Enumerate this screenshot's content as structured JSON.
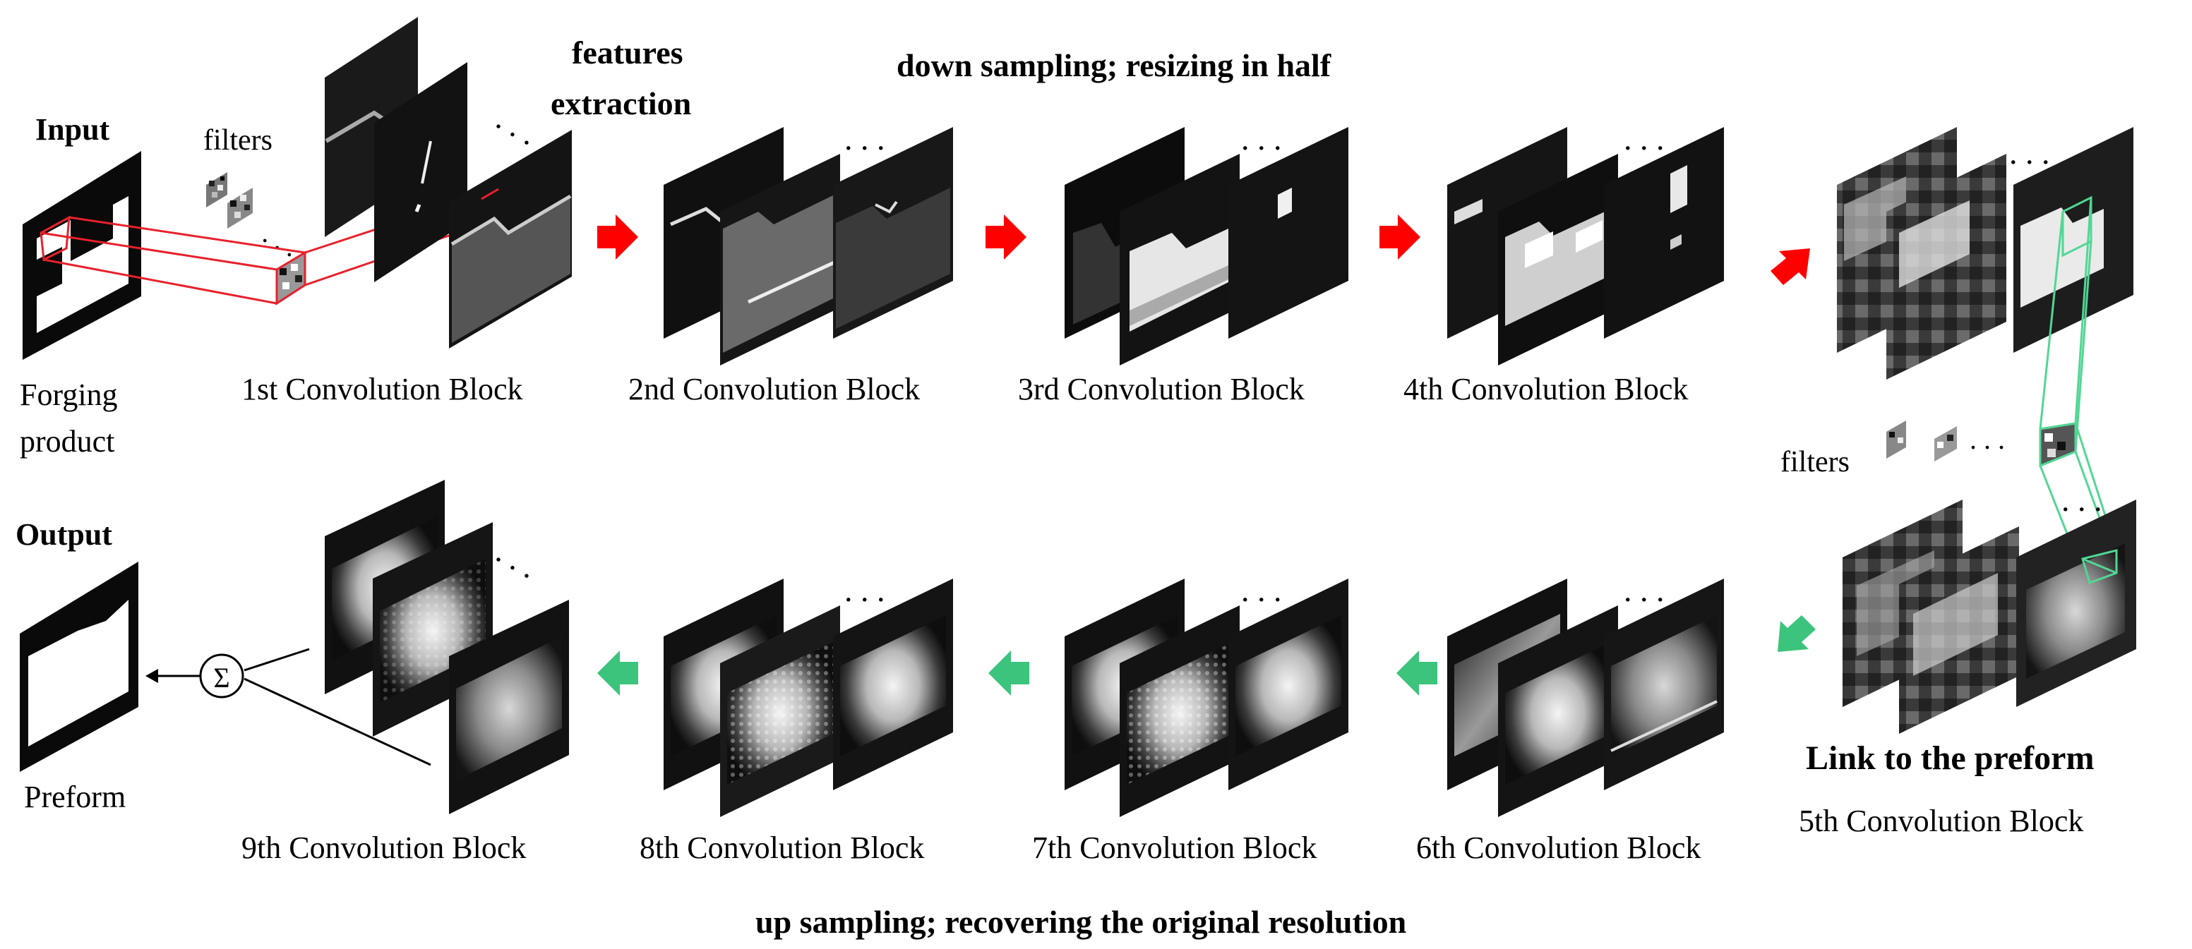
{
  "input": {
    "heading": "Input",
    "caption_line1": "Forging",
    "caption_line2": "product"
  },
  "output": {
    "heading": "Output",
    "caption": "Preform",
    "sum_symbol": "Σ"
  },
  "labels": {
    "filters_top": "filters",
    "filters_right": "filters",
    "features_line1": "features",
    "features_line2": "extraction",
    "down_sampling": "down sampling; resizing in half",
    "up_sampling": "up sampling; recovering the original resolution",
    "link_preform": "Link to the preform",
    "ellipsis": ". . ."
  },
  "blocks": [
    "1st Convolution Block",
    "2nd Convolution Block",
    "3rd Convolution Block",
    "4th Convolution Block",
    "5th Convolution Block",
    "6th Convolution Block",
    "7th Convolution Block",
    "8th Convolution Block",
    "9th Convolution Block"
  ],
  "colors": {
    "forward_arrow": "#ff0000",
    "backward_arrow": "#3cc47c",
    "highlight_red": "#e8202a",
    "highlight_green": "#52d694",
    "map_dark": "#151515",
    "text": "#000000"
  }
}
